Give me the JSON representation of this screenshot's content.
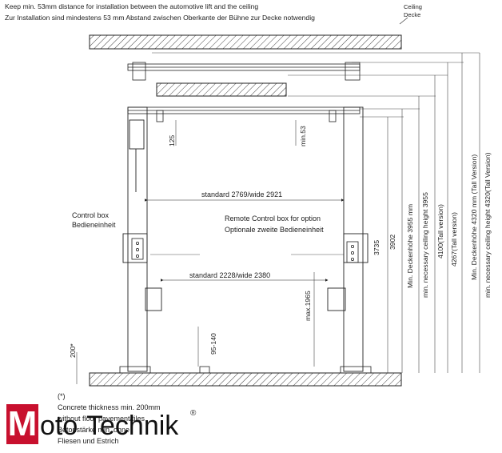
{
  "header": {
    "line_en": "Keep min. 53mm distance for installation between the automotive lift and the ceiling",
    "line_de": "Zur Installation sind mindestens 53 mm Abstand zwischen Oberkante der Bühne zur Decke notwendig"
  },
  "ceiling": {
    "label_en": "Ceiling",
    "label_de": "Decke"
  },
  "labels": {
    "control_box_en": "Control box",
    "control_box_de": "Bedieneinheit",
    "remote_en": "Remote Control box for option",
    "remote_de": "Optionale zweite Bedieneinheit",
    "standard_top": "standard 2769/wide 2921",
    "standard_mid": "standard 2228/wide 2380",
    "max_height": "max.1965",
    "dim_125": "125",
    "dim_min53": "min.53",
    "dim_200": "200*",
    "dim_95_140": "95-140",
    "dim_3735": "3735",
    "dim_3902": "3902",
    "ceil_3955_de": "Min. Deckenhöhe 3955 mm",
    "ceil_3955_en": "min. necessary ceiling height 3955",
    "dim_4100": "4100(Tall version)",
    "dim_4267": "4267(Tall version)",
    "ceil_4320_de": "Min. Deckenhöhe 4320 mm (Tall Version)",
    "ceil_4320_en": "min. necessary ceiling height 4320(Tall Version)"
  },
  "footnote": {
    "marker": "(*)",
    "line1": "Concrete thickness min. 200mm",
    "line2": "without floor pavement/tiles",
    "line3": "Betonstärke min. ohne",
    "line4": "Fliesen und Estrich"
  },
  "logo": {
    "letter": "M",
    "word_a": "oto",
    "word_b": "Technik",
    "reg": "®",
    "brand_color": "#c8102e"
  }
}
